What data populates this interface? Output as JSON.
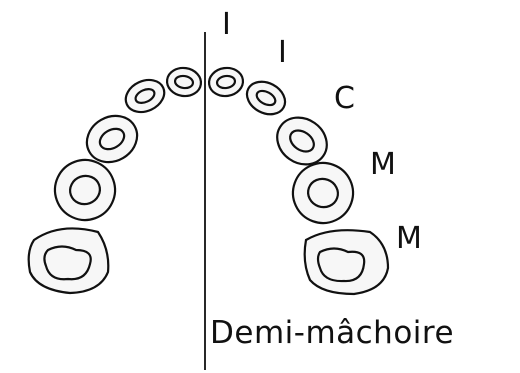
{
  "colors": {
    "ink": "#111111",
    "paper": "#ffffff",
    "fill": "#f7f7f7"
  },
  "labels": {
    "incisor_central": "I",
    "incisor_lateral": "I",
    "canine": "C",
    "premolar": "M",
    "molar": "M"
  },
  "caption": "Demi-mâchoire"
}
